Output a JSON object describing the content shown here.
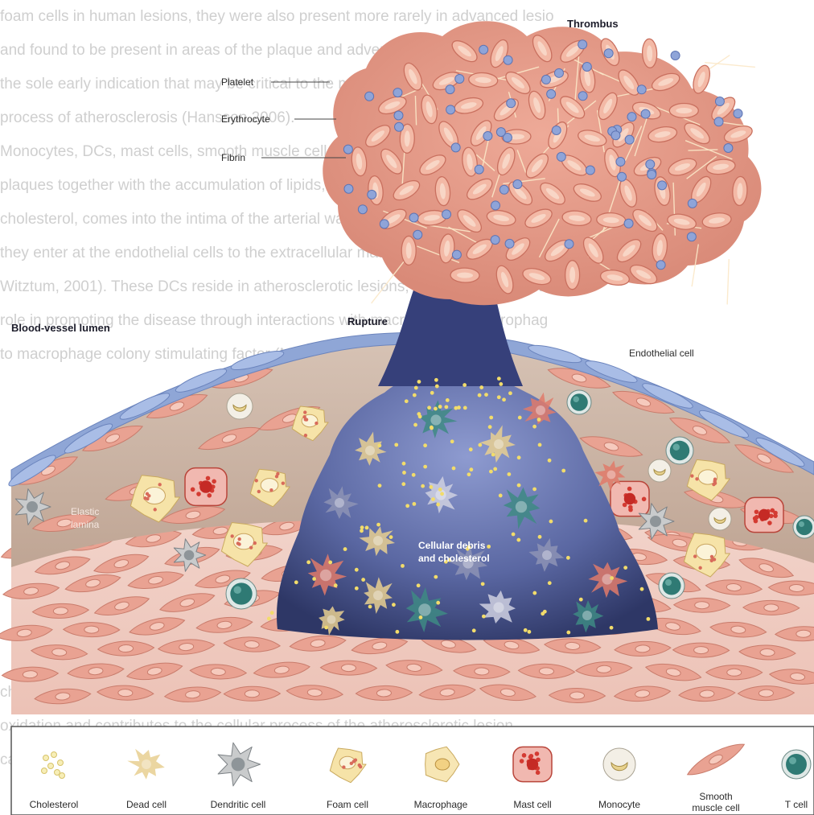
{
  "background_text_lines": [
    "foam cells in human lesions, they were also present more rarely in advanced lesio",
    "and found to be present in areas of the plaque and adventitia of the atheroma",
    "the sole early indication that may be critical to the mechanisms leading to the inv",
    "process of atherosclerosis (Hansson 2006).",
    "Monocytes, DCs, mast cells, smooth muscle cells in the arterial wall m",
    "plaques together with the accumulation of lipids, which are cholesterol, containi",
    "cholesterol, comes into the intima of the arterial wall, after which the intracellu",
    "they enter at the endothelial cells to the extracellular matrix (Glass a",
    "Witztum, 2001). These DCs reside in atherosclerotic lesions; they play an importa",
    "role in promoting the disease through interactions with macrophages, macrophag",
    "to macrophage colony stimulating factor (M-CSF), expression. In",
    "",
    "",
    "",
    "",
    "",
    "",
    "",
    "",
    "",
    "cholesterol, which accumulates in macrophages (Tabas 2002), is thought to undergo",
    "oxidation and contributes to the cellular process of the atherosclerotic lesion",
    "can lead to a rupture and the release of plaque contents (Hansson 2006)."
  ],
  "labels": {
    "thrombus": "Thrombus",
    "platelet": "Platelet",
    "erythrocyte": "Erythrocyte",
    "fibrin": "Fibrin",
    "blood_vessel_lumen": "Blood-vessel lumen",
    "rupture": "Rupture",
    "endothelial_cell": "Endothelial cell",
    "elastic_lamina_1": "Elastic",
    "elastic_lamina_2": "lamina",
    "debris_1": "Cellular debris",
    "debris_2": "and cholesterol"
  },
  "legend": [
    {
      "label": "Cholesterol",
      "icon": "cholesterol-icon"
    },
    {
      "label": "Dead cell",
      "icon": "dead-cell-icon"
    },
    {
      "label": "Dendritic cell",
      "icon": "dendritic-cell-icon"
    },
    {
      "label": "Foam cell",
      "icon": "foam-cell-icon"
    },
    {
      "label": "Macrophage",
      "icon": "macrophage-icon"
    },
    {
      "label": "Mast cell",
      "icon": "mast-cell-icon"
    },
    {
      "label": "Monocyte",
      "icon": "monocyte-icon"
    },
    {
      "label": "Smooth muscle cell",
      "label_line1": "Smooth",
      "label_line2": "muscle cell",
      "icon": "smooth-muscle-cell-icon"
    },
    {
      "label": "T cell",
      "icon": "t-cell-icon"
    }
  ],
  "colors": {
    "thrombus_fill": "#e29886",
    "erythrocyte": "#f3b9a6",
    "platelet": "#8fa4d8",
    "core": "#3b4577",
    "core_light": "#7d8ac0",
    "endothelium": "#8fa6d6",
    "smooth_muscle": "#e9a292",
    "intima": "#c9b1a2",
    "cholesterol": "#f2dc6b"
  }
}
